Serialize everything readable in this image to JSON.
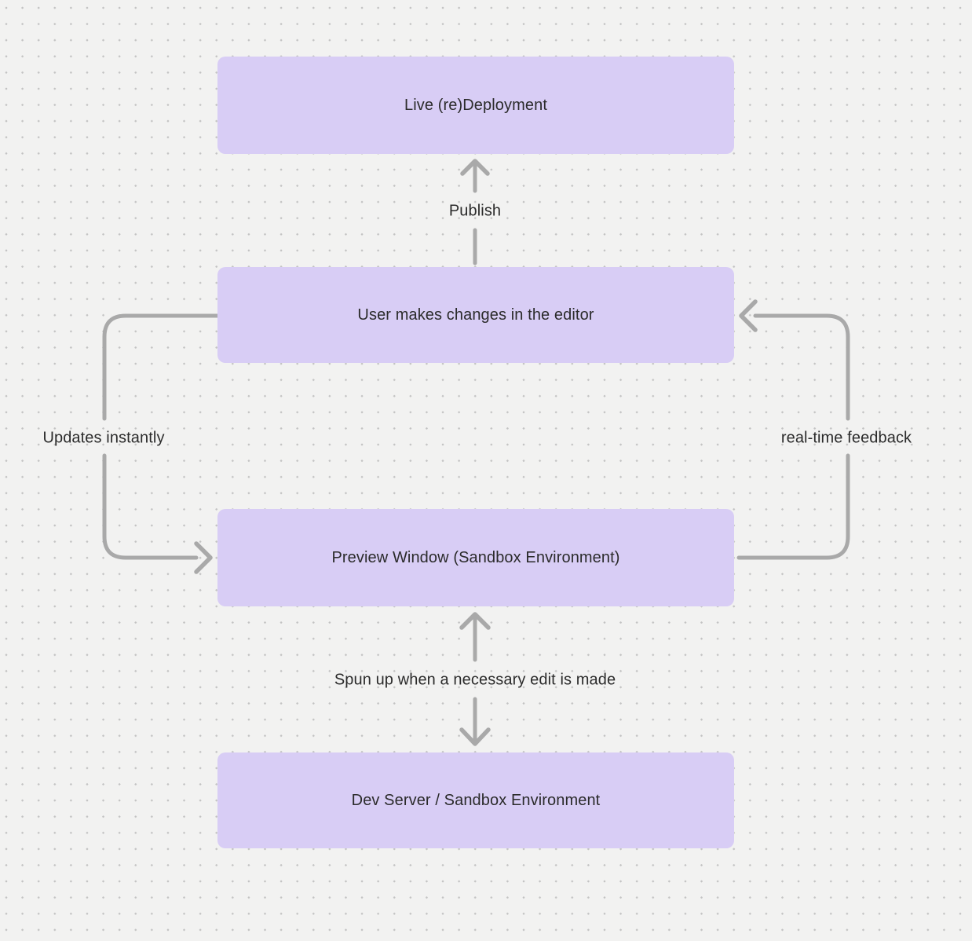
{
  "diagram": {
    "type": "flowchart",
    "nodes": [
      {
        "id": "live-deployment",
        "label": "Live (re)Deployment"
      },
      {
        "id": "editor",
        "label": "User makes changes in the editor"
      },
      {
        "id": "preview-window",
        "label": "Preview Window (Sandbox Environment)"
      },
      {
        "id": "dev-server",
        "label": "Dev Server / Sandbox Environment"
      }
    ],
    "edges": [
      {
        "from": "editor",
        "to": "live-deployment",
        "label": "Publish",
        "direction": "up"
      },
      {
        "from": "editor",
        "to": "preview-window",
        "label": "Updates instantly",
        "direction": "left-loop-down"
      },
      {
        "from": "preview-window",
        "to": "editor",
        "label": "real-time feedback",
        "direction": "right-loop-up"
      },
      {
        "from": "preview-window",
        "to": "dev-server",
        "label": "Spun up when a necessary edit is made",
        "direction": "bidirectional-vertical"
      }
    ],
    "colors": {
      "background": "#f2f2f1",
      "grid_dot": "#c3c3c3",
      "node_fill": "#d8cdf5",
      "arrow": "#a9a9a9",
      "text": "#2b2b2b"
    }
  }
}
